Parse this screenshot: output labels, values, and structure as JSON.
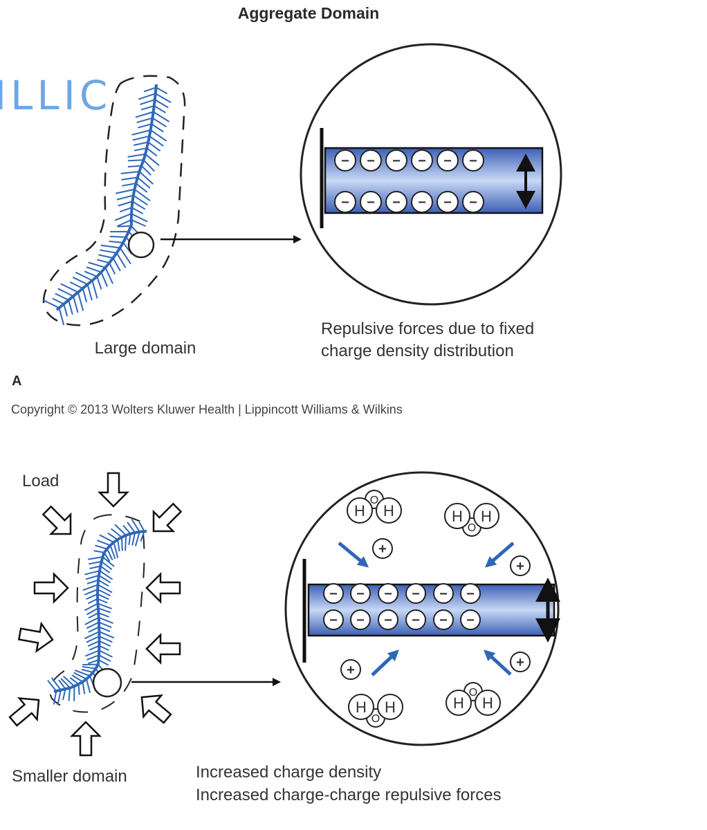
{
  "title": "Aggregate Domain",
  "handwriting": "ILLIC",
  "panel_a": {
    "left_label": "Large domain",
    "right_caption_line1": "Repulsive forces due to fixed",
    "right_caption_line2": "charge density distribution",
    "letter": "A"
  },
  "copyright": "Copyright © 2013 Wolters Kluwer Health | Lippincott Williams & Wilkins",
  "panel_b": {
    "load_label": "Load",
    "left_label": "Smaller domain",
    "right_caption_line1": "Increased charge density",
    "right_caption_line2": "Increased charge-charge repulsive forces"
  },
  "glyphs": {
    "negative": "−",
    "positive": "+",
    "hydrogen": "H",
    "oxygen": "O"
  },
  "colors": {
    "blue": "#2f67b8",
    "bar_dark": "#3c5fb5",
    "bar_light": "#c8d8f5",
    "scrawl": "#6fa6e6"
  }
}
